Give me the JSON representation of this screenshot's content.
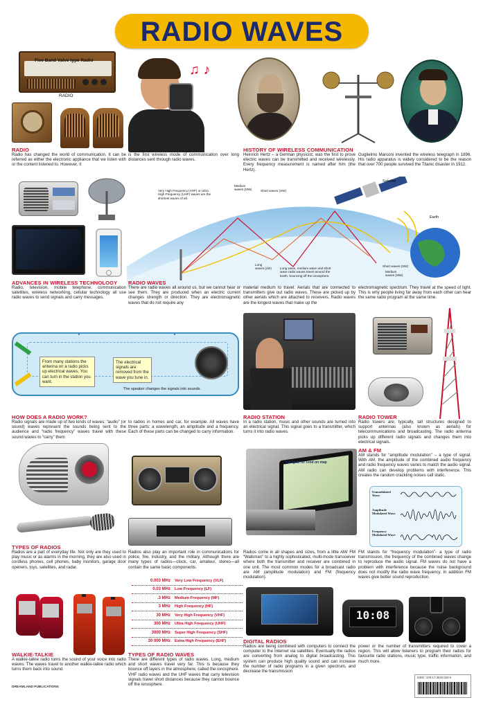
{
  "header": {
    "title": "RADIO WAVES"
  },
  "images": {
    "radio_cabinet_label": "Five Band Valve type Radio",
    "radio_caption": "RADIO"
  },
  "sections": {
    "radio": {
      "title": "RADIO",
      "text": "Radio has changed the world of communication. It can be referred as either the electronic appliance that we listen with or the content listened to. However, it",
      "text2": "is the first wireless mode of communication over long distances sent through radio waves."
    },
    "history": {
      "title": "HISTORY OF WIRELESS COMMUNICATION",
      "text": "Heinrich Hertz – a German physicist, was the first to prove electric waves can be transmitted and received wirelessly. Every frequency measurement is named after him (the Hertz).",
      "text2": "Guglielmo Marconi invented the wireless telegraph in 1896. His radio apparatus is widely considered to be the reason that over 700 people survived the Titanic disaster in 1912."
    },
    "advances": {
      "title": "ADVANCES IN WIRELESS TECHNOLOGY",
      "text": "Radio, television, mobile telephone, communication satellites, wireless networking, cellular technology all use radio waves to send signals and carry messages."
    },
    "radio_waves": {
      "title": "RADIO WAVES",
      "text": "There are radio waves all around us, but we cannot hear or see them. They are produced when an electric current changes strength or direction. They are electromagnetic waves that do not require any",
      "text2": "material medium to travel. Aerials that are connected to transmitters give out radio waves. These are picked up by other aerials which are attached to receivers. Radio waves are the longest waves that make up the",
      "text3": "electromagnetic spectrum. They travel at the speed of light. This is why people living far away from each other can hear the same radio program at the same time."
    },
    "how_works": {
      "title": "HOW DOES A RADIO WORK?",
      "text": "Radio signals are made up of two kinds of waves: “audio” (or sound) waves represent the sounds being sent to the audience and “radio frequency” waves travel with these sound waves to “carry” them",
      "text2": "to radios in homes and car, for example. All waves have three parts: a wavelength, an amplitude and a frequency. Each of these parts can be changed to carry information."
    },
    "station": {
      "title": "RADIO STATION",
      "text": "In a radio station, music and other sounds are turned into an electrical signal. This signal goes to a transmitter, which turns it into radio waves."
    },
    "tower": {
      "title": "RADIO TOWER",
      "text": "Radio towers are, typically, tall structures designed to support antennas (also known as aerials) for telecommunications and broadcasting. The radio antenna picks up different radio signals and changes them into electrical signals."
    },
    "am_fm": {
      "title": "AM & FM",
      "text": "AM stands for “amplitude modulation” – a type of signal. With AM, the amplitude of the combined audio frequency and radio frequency waves varies to match the audio signal. AM radio can develop problems with interference. This creates the random crackling noises call static.",
      "text2": "FM stands for “frequency modulation”- a type of radio transmission, the frequency of the combined waves change to reproduce the audio signal. FM waves do not have a problem with interference because the noise background does not modify the radio wave frequency. In addition FM waves give better sound reproduction."
    },
    "types_radios": {
      "title": "TYPES OF RADIOS",
      "text": "Radios are a part of everyday life. Not only are they used to play music or as alarms in the morning, they are also used in cordless phones, cell phones, baby monitors, garage door openers, toys, satellites, and radar.",
      "text2": "Radios also play an important role in communications for police, fire, industry, and the military. Although there are many types of radios—clock, car, amateur, stereo—all contain the same basic components.",
      "text3": "Radios come in all shapes and sizes, from a little AM/ FM “Walkman” to a highly sophisticated, multi-mode transceiver where both the transmitter and receiver are combined in one unit. The most common modes for a broadcast radio are AM (amplitude modulation) and FM (frequency modulation)."
    },
    "walkie": {
      "title": "WALKIE-TALKIE",
      "text": "A walkie-talkie radio turns the sound of your voice into radio waves. The waves travel to another walkie-talkie radio which turns them back into sound."
    },
    "types_waves": {
      "title": "TYPES OF RADIO WAVES",
      "text": "There are different types of radio waves. Long, medium and short waves travel very far. This is because they bounce off layers in the atmosphere, called the ionosphere. VHF radio waves and the UHF waves that carry television signals travel short distances because they cannot bounce off the ionosphere."
    },
    "digital": {
      "title": "DIGITAL RADIOS",
      "text": "Radios are being combined with computers to connect the computer to the Internet via satellites. Eventually the radios are converting from analog to digital broadcasting. This system can produce high quality sound and can increase the number of radio programs in a given spectrum, and decrease the transmission",
      "text2": "power or the number of transmitters required to cover a region. This will allow listeners to program their radios for favourite radio stations, music type, traffic information, and much more."
    }
  },
  "wave_diagram": {
    "vhf_label": "Very High Frequency (VHF) or Ultra High Frequency (UHF) waves are the shortest waves of all.",
    "medium_label": "Medium waves (MW)",
    "short_label": "Short waves (SW)",
    "long_label": "Long waves (LW)",
    "bounce_label": "Long wave, medium wave and short wave radio waves travel around the Earth, bouncing off the ionosphere.",
    "satellite_label": "Satellite",
    "earth_label": "Earth",
    "sw_small": "Short waves (SW)",
    "mw_small": "Medium waves (MW)"
  },
  "radio_diagram": {
    "box1": "From many stations the antenna on a radio picks up electrical waves. You can turn in the station you want.",
    "box2": "The electrical signals are removed from the wave you tune in.",
    "caption": "The speaker changes the signals into sounds."
  },
  "modulation": {
    "unmodulated": "Unmodulated Wave",
    "amplitude": "Amplitude Modulated Wave",
    "frequency": "Frequency Modulated Wave"
  },
  "frequency_table": [
    {
      "value": "0.003 MHz",
      "name": "Very Low Frequency (VLF)"
    },
    {
      "value": "0.03 MHz",
      "name": "Low Frequency (LF)"
    },
    {
      "value": ".3 MHz",
      "name": "Medium Frequency (MF)"
    },
    {
      "value": "3 MHz",
      "name": "High Frequency (HF)"
    },
    {
      "value": "30 MHz",
      "name": "Very High Frequency (VHF)"
    },
    {
      "value": "300 MHz",
      "name": "Ultra High Frequency (UHF)"
    },
    {
      "value": "3000 MHz",
      "name": "Super High Frequency (SHF)"
    },
    {
      "value": "30 000 MHz",
      "name": "Extra High Frequency (EHF)"
    }
  ],
  "gps_screen": "Navigate to:  Find on map",
  "clock_display": "10:08",
  "footer": {
    "publisher": "DREAMLAND PUBLICATIONS",
    "isbn": "ISBN : 978-17-3519-320-0"
  },
  "colors": {
    "title_bg": "#f5b800",
    "title_text": "#1a2a6c",
    "section_red": "#c8102e",
    "diagram_blue": "#cfe9f7"
  }
}
